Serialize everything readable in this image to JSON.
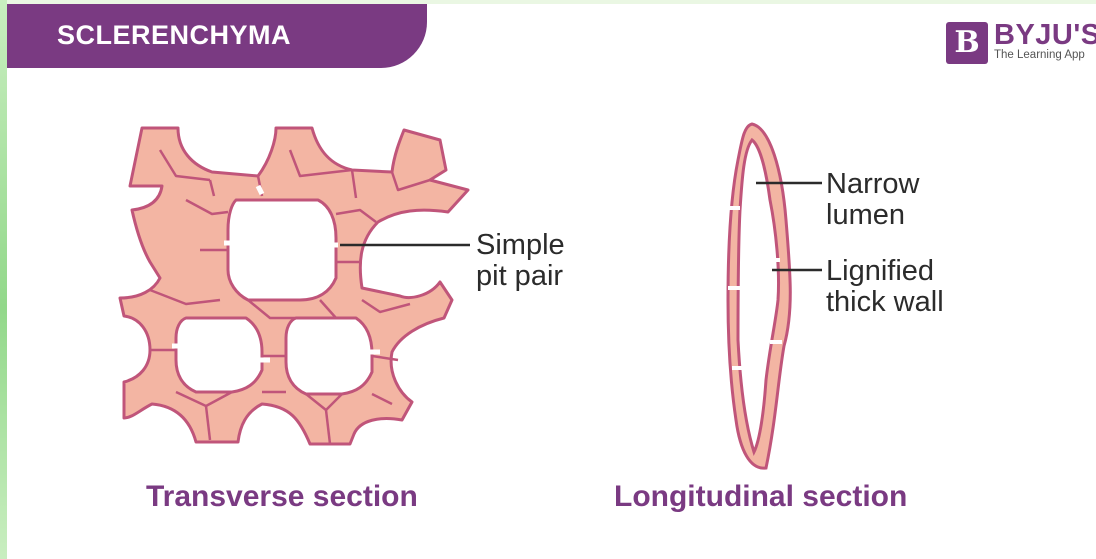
{
  "header": {
    "title": "SCLERENCHYMA"
  },
  "logo": {
    "mark": "B",
    "word": "BYJU'S",
    "tagline": "The Learning App"
  },
  "labels": {
    "pit_pair_line1": "Simple",
    "pit_pair_line2": "pit pair",
    "lumen_line1": "Narrow",
    "lumen_line2": "lumen",
    "wall_line1": "Lignified",
    "wall_line2": "thick wall"
  },
  "captions": {
    "transverse": "Transverse section",
    "longitudinal": "Longitudinal section"
  },
  "colors": {
    "brand_purple": "#7a3a82",
    "cell_fill": "#f3b5a3",
    "cell_stroke": "#c0557a",
    "side_green": "#92d88a"
  }
}
